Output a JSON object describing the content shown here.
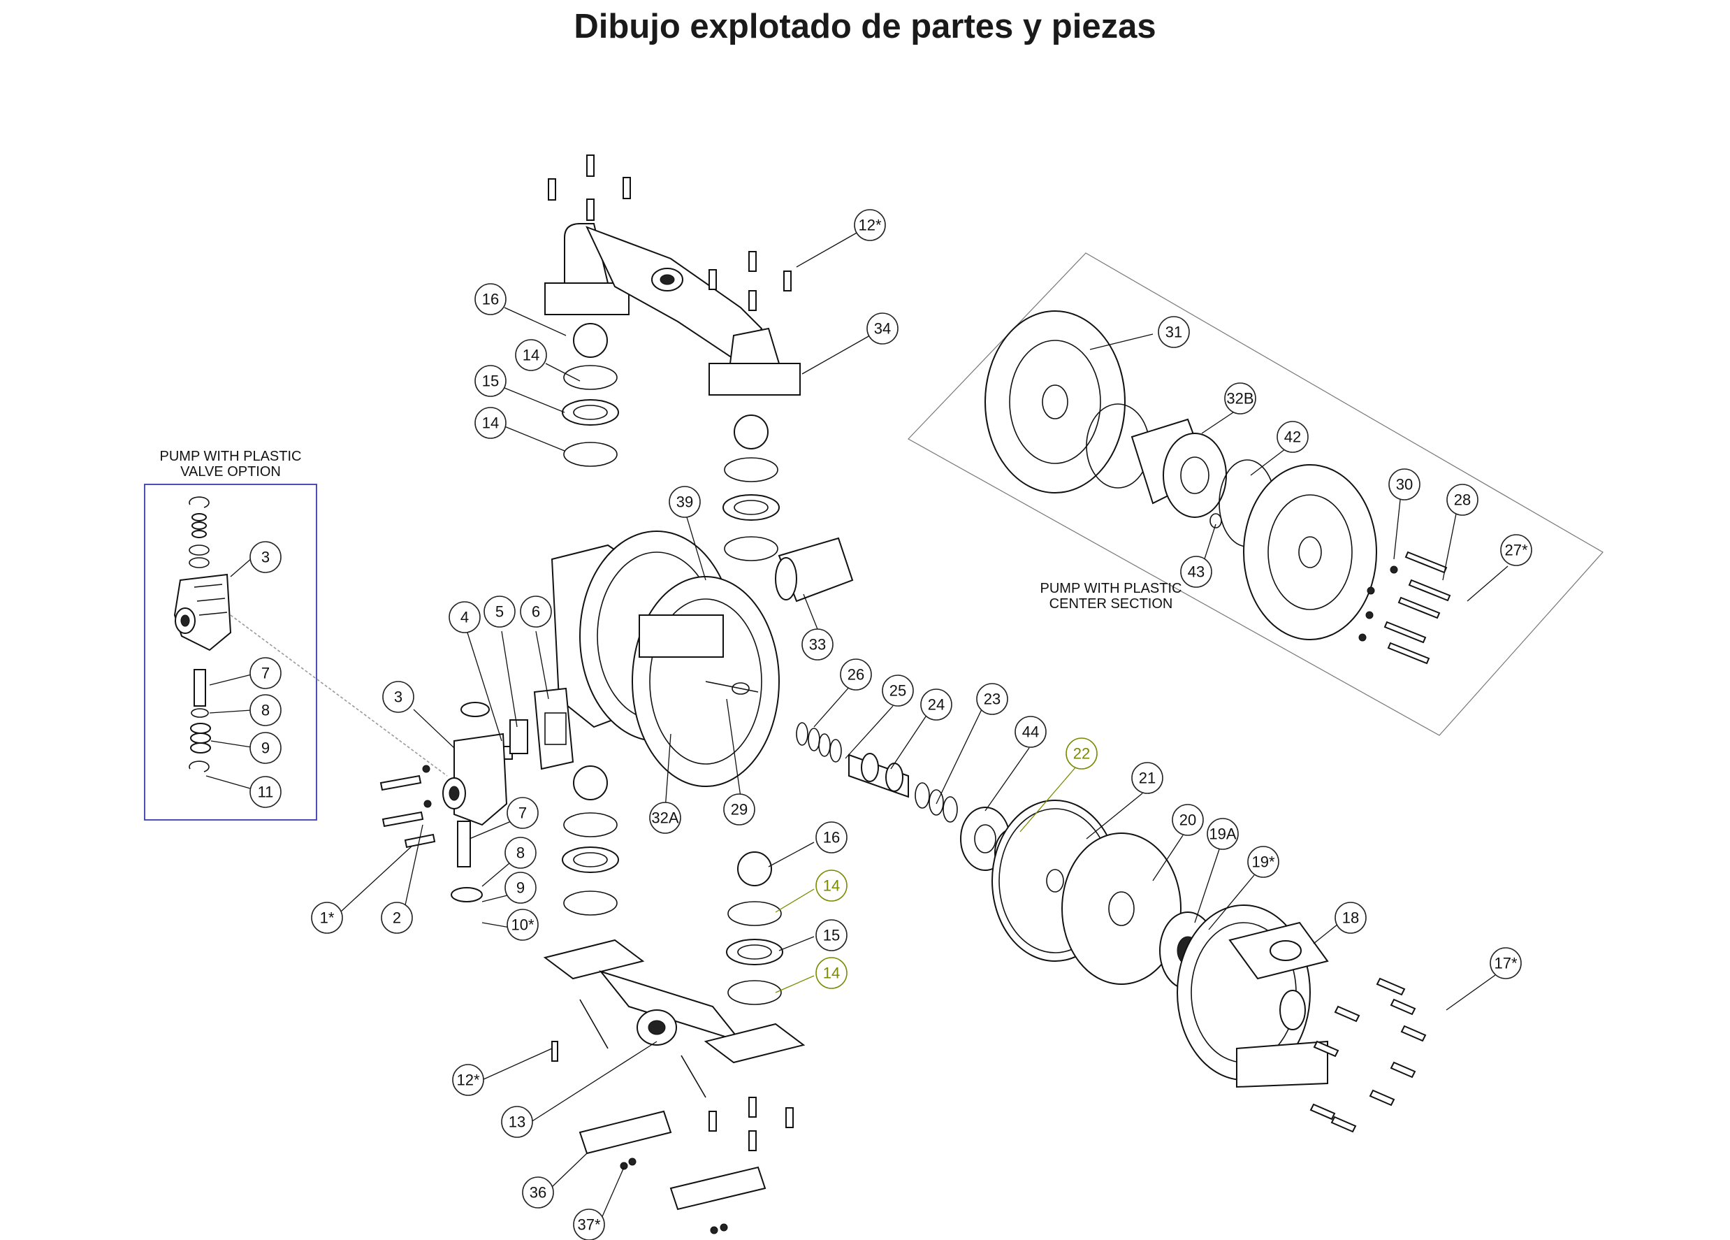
{
  "title": "Dibujo explotado de partes y piezas",
  "insets": {
    "plastic_valve": {
      "label_line1": "PUMP WITH PLASTIC",
      "label_line2": "VALVE OPTION"
    },
    "plastic_center": {
      "label_line1": "PUMP WITH PLASTIC",
      "label_line2": "CENTER SECTION"
    }
  },
  "callouts": [
    {
      "id": "c-12a",
      "text": "12*"
    },
    {
      "id": "c-16a",
      "text": "16"
    },
    {
      "id": "c-34",
      "text": "34"
    },
    {
      "id": "c-14a",
      "text": "14"
    },
    {
      "id": "c-15a",
      "text": "15"
    },
    {
      "id": "c-14b",
      "text": "14"
    },
    {
      "id": "c-39",
      "text": "39"
    },
    {
      "id": "c-33",
      "text": "33"
    },
    {
      "id": "c-3a",
      "text": "3"
    },
    {
      "id": "c-7a",
      "text": "7"
    },
    {
      "id": "c-8a",
      "text": "8"
    },
    {
      "id": "c-9a",
      "text": "9"
    },
    {
      "id": "c-11",
      "text": "11"
    },
    {
      "id": "c-4",
      "text": "4"
    },
    {
      "id": "c-5",
      "text": "5"
    },
    {
      "id": "c-6",
      "text": "6"
    },
    {
      "id": "c-3b",
      "text": "3"
    },
    {
      "id": "c-7b",
      "text": "7"
    },
    {
      "id": "c-8b",
      "text": "8"
    },
    {
      "id": "c-9b",
      "text": "9"
    },
    {
      "id": "c-10",
      "text": "10*"
    },
    {
      "id": "c-1",
      "text": "1*"
    },
    {
      "id": "c-2",
      "text": "2"
    },
    {
      "id": "c-32a",
      "text": "32A"
    },
    {
      "id": "c-29",
      "text": "29"
    },
    {
      "id": "c-26",
      "text": "26"
    },
    {
      "id": "c-25",
      "text": "25"
    },
    {
      "id": "c-24",
      "text": "24"
    },
    {
      "id": "c-23",
      "text": "23"
    },
    {
      "id": "c-44",
      "text": "44"
    },
    {
      "id": "c-22",
      "text": "22"
    },
    {
      "id": "c-21",
      "text": "21"
    },
    {
      "id": "c-20",
      "text": "20"
    },
    {
      "id": "c-19a",
      "text": "19A"
    },
    {
      "id": "c-19",
      "text": "19*"
    },
    {
      "id": "c-18",
      "text": "18"
    },
    {
      "id": "c-17",
      "text": "17*"
    },
    {
      "id": "c-16b",
      "text": "16"
    },
    {
      "id": "c-14c",
      "text": "14"
    },
    {
      "id": "c-15b",
      "text": "15"
    },
    {
      "id": "c-14d",
      "text": "14"
    },
    {
      "id": "c-12b",
      "text": "12*"
    },
    {
      "id": "c-13",
      "text": "13"
    },
    {
      "id": "c-36",
      "text": "36"
    },
    {
      "id": "c-37",
      "text": "37*"
    },
    {
      "id": "c-31",
      "text": "31"
    },
    {
      "id": "c-32b",
      "text": "32B"
    },
    {
      "id": "c-42",
      "text": "42"
    },
    {
      "id": "c-43",
      "text": "43"
    },
    {
      "id": "c-30",
      "text": "30"
    },
    {
      "id": "c-28",
      "text": "28"
    },
    {
      "id": "c-27",
      "text": "27*"
    }
  ]
}
